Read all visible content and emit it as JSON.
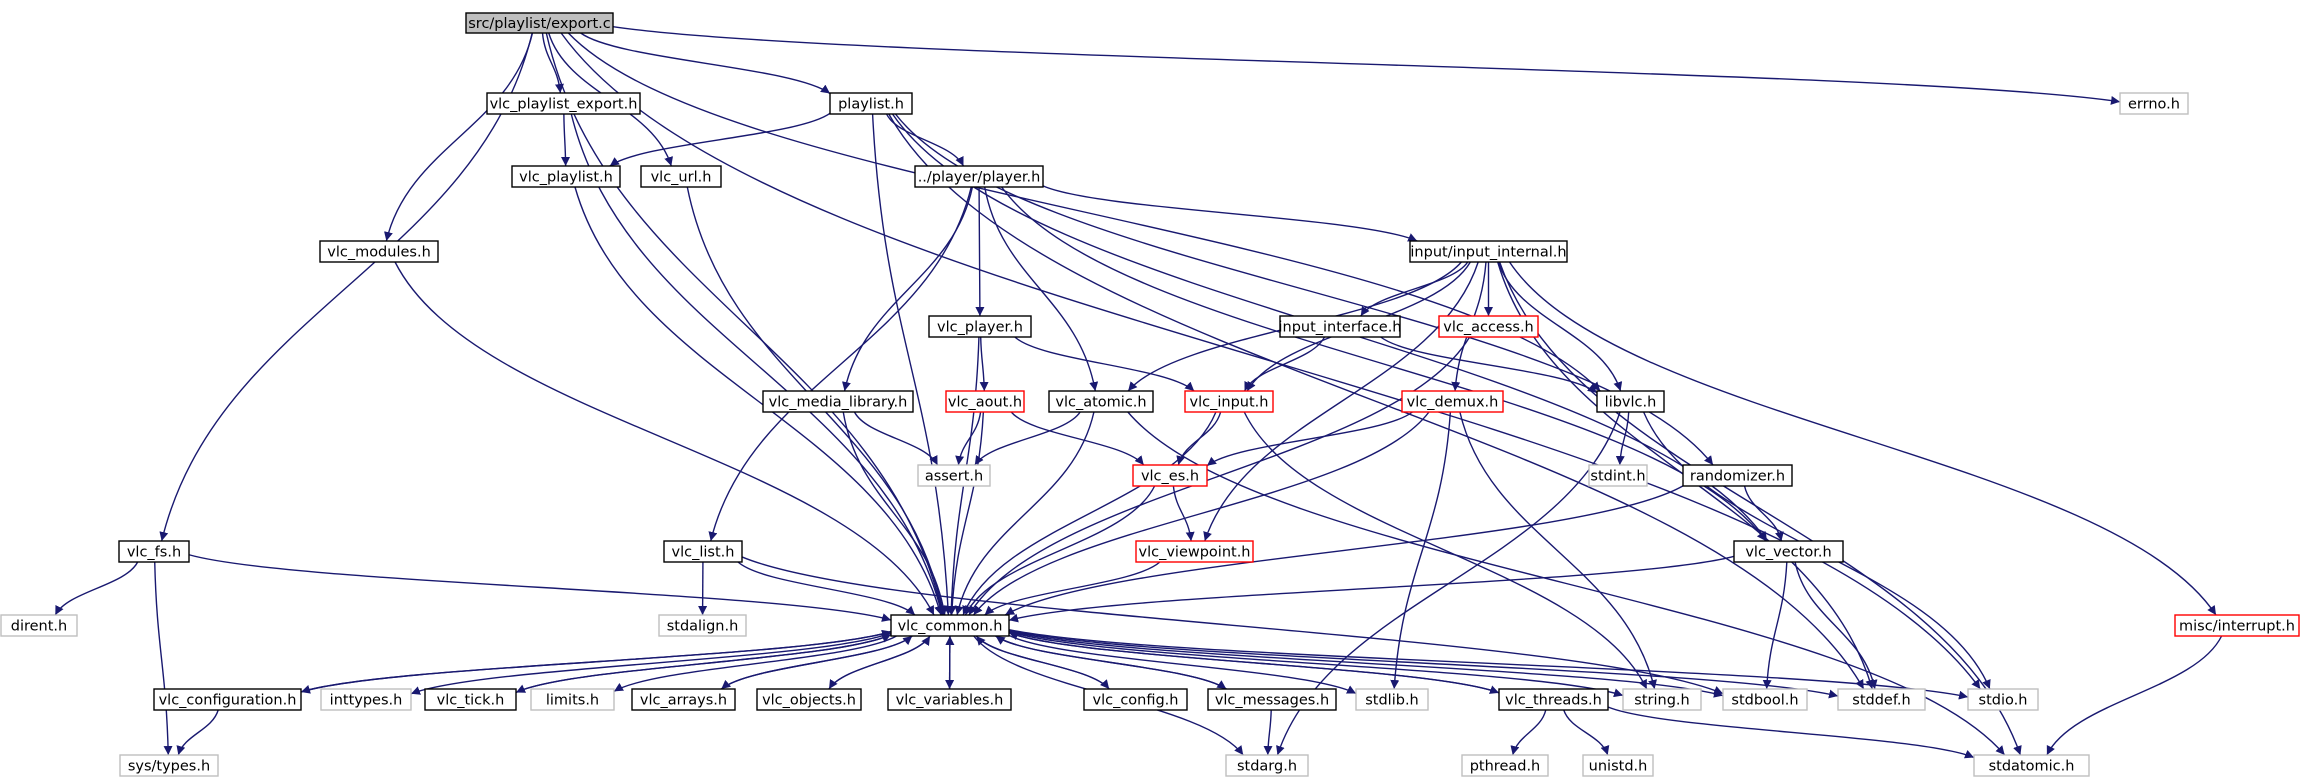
{
  "colors": {
    "edge": "#191970",
    "border_normal": "#000000",
    "border_red": "#ff0000",
    "border_gray": "#bfbfbf",
    "root_fill": "#bfbfbf",
    "fill": "#ffffff"
  },
  "nodes": [
    {
      "id": "root",
      "label": "src/playlist/export.c",
      "style": "root",
      "icon": "root-node"
    },
    {
      "id": "vlc_playlist_export",
      "label": "vlc_playlist_export.h",
      "style": "normal"
    },
    {
      "id": "playlist",
      "label": "playlist.h",
      "style": "normal"
    },
    {
      "id": "errno",
      "label": "errno.h",
      "style": "gray"
    },
    {
      "id": "vlc_playlist",
      "label": "vlc_playlist.h",
      "style": "normal"
    },
    {
      "id": "vlc_url",
      "label": "vlc_url.h",
      "style": "normal"
    },
    {
      "id": "player",
      "label": "../player/player.h",
      "style": "normal"
    },
    {
      "id": "vlc_modules",
      "label": "vlc_modules.h",
      "style": "normal"
    },
    {
      "id": "input_internal",
      "label": "input/input_internal.h",
      "style": "normal"
    },
    {
      "id": "vlc_player",
      "label": "vlc_player.h",
      "style": "normal"
    },
    {
      "id": "input_interface",
      "label": "input_interface.h",
      "style": "normal"
    },
    {
      "id": "vlc_access",
      "label": "vlc_access.h",
      "style": "red"
    },
    {
      "id": "vlc_media_library",
      "label": "vlc_media_library.h",
      "style": "normal"
    },
    {
      "id": "vlc_aout",
      "label": "vlc_aout.h",
      "style": "red"
    },
    {
      "id": "vlc_atomic",
      "label": "vlc_atomic.h",
      "style": "normal"
    },
    {
      "id": "vlc_input",
      "label": "vlc_input.h",
      "style": "red"
    },
    {
      "id": "vlc_demux",
      "label": "vlc_demux.h",
      "style": "red"
    },
    {
      "id": "libvlc",
      "label": "libvlc.h",
      "style": "normal"
    },
    {
      "id": "assert",
      "label": "assert.h",
      "style": "gray"
    },
    {
      "id": "vlc_es",
      "label": "vlc_es.h",
      "style": "red"
    },
    {
      "id": "stdint",
      "label": "stdint.h",
      "style": "gray"
    },
    {
      "id": "randomizer",
      "label": "randomizer.h",
      "style": "normal"
    },
    {
      "id": "vlc_fs",
      "label": "vlc_fs.h",
      "style": "normal"
    },
    {
      "id": "vlc_list",
      "label": "vlc_list.h",
      "style": "normal"
    },
    {
      "id": "vlc_viewpoint",
      "label": "vlc_viewpoint.h",
      "style": "red"
    },
    {
      "id": "vlc_vector",
      "label": "vlc_vector.h",
      "style": "normal"
    },
    {
      "id": "dirent",
      "label": "dirent.h",
      "style": "gray"
    },
    {
      "id": "stdalign",
      "label": "stdalign.h",
      "style": "gray"
    },
    {
      "id": "vlc_common",
      "label": "vlc_common.h",
      "style": "normal"
    },
    {
      "id": "misc_interrupt",
      "label": "misc/interrupt.h",
      "style": "red"
    },
    {
      "id": "vlc_configuration",
      "label": "vlc_configuration.h",
      "style": "normal"
    },
    {
      "id": "inttypes",
      "label": "inttypes.h",
      "style": "gray"
    },
    {
      "id": "vlc_tick",
      "label": "vlc_tick.h",
      "style": "normal"
    },
    {
      "id": "limits",
      "label": "limits.h",
      "style": "gray"
    },
    {
      "id": "vlc_arrays",
      "label": "vlc_arrays.h",
      "style": "normal"
    },
    {
      "id": "vlc_objects",
      "label": "vlc_objects.h",
      "style": "normal"
    },
    {
      "id": "vlc_variables",
      "label": "vlc_variables.h",
      "style": "normal"
    },
    {
      "id": "vlc_config",
      "label": "vlc_config.h",
      "style": "normal"
    },
    {
      "id": "vlc_messages",
      "label": "vlc_messages.h",
      "style": "normal"
    },
    {
      "id": "stdlib",
      "label": "stdlib.h",
      "style": "gray"
    },
    {
      "id": "vlc_threads",
      "label": "vlc_threads.h",
      "style": "normal"
    },
    {
      "id": "string",
      "label": "string.h",
      "style": "gray"
    },
    {
      "id": "stdbool",
      "label": "stdbool.h",
      "style": "gray"
    },
    {
      "id": "stddef",
      "label": "stddef.h",
      "style": "gray"
    },
    {
      "id": "stdio",
      "label": "stdio.h",
      "style": "gray"
    },
    {
      "id": "sys_types",
      "label": "sys/types.h",
      "style": "gray"
    },
    {
      "id": "stdarg",
      "label": "stdarg.h",
      "style": "gray"
    },
    {
      "id": "pthread",
      "label": "pthread.h",
      "style": "gray"
    },
    {
      "id": "unistd",
      "label": "unistd.h",
      "style": "gray"
    },
    {
      "id": "stdatomic",
      "label": "stdatomic.h",
      "style": "gray"
    }
  ],
  "edges": [
    [
      "root",
      "vlc_playlist_export"
    ],
    [
      "root",
      "playlist"
    ],
    [
      "root",
      "errno"
    ],
    [
      "root",
      "vlc_url"
    ],
    [
      "root",
      "vlc_modules"
    ],
    [
      "root",
      "vlc_fs"
    ],
    [
      "root",
      "vlc_common"
    ],
    [
      "root",
      "libvlc"
    ],
    [
      "root",
      "stdio"
    ],
    [
      "vlc_playlist_export",
      "vlc_playlist"
    ],
    [
      "vlc_playlist_export",
      "vlc_common"
    ],
    [
      "playlist",
      "vlc_playlist"
    ],
    [
      "playlist",
      "player"
    ],
    [
      "playlist",
      "vlc_common"
    ],
    [
      "playlist",
      "randomizer"
    ],
    [
      "playlist",
      "vlc_vector"
    ],
    [
      "playlist",
      "stddef"
    ],
    [
      "vlc_playlist",
      "vlc_common"
    ],
    [
      "vlc_url",
      "vlc_common"
    ],
    [
      "vlc_modules",
      "vlc_common"
    ],
    [
      "player",
      "input_internal"
    ],
    [
      "player",
      "vlc_player"
    ],
    [
      "player",
      "vlc_media_library"
    ],
    [
      "player",
      "vlc_atomic"
    ],
    [
      "player",
      "vlc_list"
    ],
    [
      "player",
      "vlc_vector"
    ],
    [
      "input_internal",
      "input_interface"
    ],
    [
      "input_internal",
      "vlc_access"
    ],
    [
      "input_internal",
      "vlc_demux"
    ],
    [
      "input_internal",
      "vlc_input"
    ],
    [
      "input_internal",
      "vlc_atomic"
    ],
    [
      "input_internal",
      "libvlc"
    ],
    [
      "input_internal",
      "vlc_viewpoint"
    ],
    [
      "input_internal",
      "stddef"
    ],
    [
      "input_internal",
      "misc_interrupt"
    ],
    [
      "input_internal",
      "stdatomic"
    ],
    [
      "vlc_player",
      "vlc_input"
    ],
    [
      "vlc_player",
      "vlc_aout"
    ],
    [
      "vlc_player",
      "vlc_common"
    ],
    [
      "input_interface",
      "vlc_input"
    ],
    [
      "input_interface",
      "libvlc"
    ],
    [
      "vlc_access",
      "vlc_common"
    ],
    [
      "vlc_media_library",
      "assert"
    ],
    [
      "vlc_media_library",
      "vlc_common"
    ],
    [
      "vlc_aout",
      "assert"
    ],
    [
      "vlc_aout",
      "vlc_es"
    ],
    [
      "vlc_aout",
      "vlc_common"
    ],
    [
      "vlc_atomic",
      "assert"
    ],
    [
      "vlc_atomic",
      "vlc_common"
    ],
    [
      "vlc_atomic",
      "stdatomic"
    ],
    [
      "vlc_input",
      "vlc_es"
    ],
    [
      "vlc_input",
      "vlc_common"
    ],
    [
      "vlc_input",
      "string"
    ],
    [
      "vlc_demux",
      "vlc_es"
    ],
    [
      "vlc_demux",
      "vlc_common"
    ],
    [
      "vlc_demux",
      "stdlib"
    ],
    [
      "vlc_demux",
      "string"
    ],
    [
      "libvlc",
      "stdint"
    ],
    [
      "libvlc",
      "stdio"
    ],
    [
      "libvlc",
      "stdarg"
    ],
    [
      "vlc_es",
      "vlc_viewpoint"
    ],
    [
      "vlc_es",
      "vlc_common"
    ],
    [
      "vlc_viewpoint",
      "vlc_common"
    ],
    [
      "randomizer",
      "vlc_vector"
    ],
    [
      "randomizer",
      "vlc_common"
    ],
    [
      "vlc_vector",
      "vlc_common"
    ],
    [
      "vlc_vector",
      "stdbool"
    ],
    [
      "vlc_vector",
      "stddef"
    ],
    [
      "vlc_fs",
      "dirent"
    ],
    [
      "vlc_fs",
      "sys_types"
    ],
    [
      "vlc_fs",
      "vlc_common"
    ],
    [
      "vlc_list",
      "stdalign"
    ],
    [
      "vlc_list",
      "vlc_common"
    ],
    [
      "vlc_list",
      "stdbool"
    ],
    [
      "misc_interrupt",
      "stdatomic"
    ],
    [
      "vlc_common",
      "vlc_configuration"
    ],
    [
      "vlc_common",
      "inttypes"
    ],
    [
      "vlc_common",
      "vlc_tick"
    ],
    [
      "vlc_common",
      "limits"
    ],
    [
      "vlc_common",
      "vlc_arrays"
    ],
    [
      "vlc_common",
      "vlc_objects"
    ],
    [
      "vlc_common",
      "vlc_variables"
    ],
    [
      "vlc_common",
      "vlc_config"
    ],
    [
      "vlc_common",
      "vlc_messages"
    ],
    [
      "vlc_common",
      "stdlib"
    ],
    [
      "vlc_common",
      "vlc_threads"
    ],
    [
      "vlc_common",
      "string"
    ],
    [
      "vlc_common",
      "stdbool"
    ],
    [
      "vlc_common",
      "stddef"
    ],
    [
      "vlc_common",
      "stdio"
    ],
    [
      "vlc_common",
      "stdarg"
    ],
    [
      "vlc_configuration",
      "vlc_common"
    ],
    [
      "vlc_configuration",
      "sys_types"
    ],
    [
      "vlc_tick",
      "vlc_common"
    ],
    [
      "vlc_arrays",
      "vlc_common"
    ],
    [
      "vlc_objects",
      "vlc_common"
    ],
    [
      "vlc_variables",
      "vlc_common"
    ],
    [
      "vlc_config",
      "vlc_common"
    ],
    [
      "vlc_messages",
      "vlc_common"
    ],
    [
      "vlc_messages",
      "stdarg"
    ],
    [
      "vlc_threads",
      "vlc_common"
    ],
    [
      "vlc_threads",
      "pthread"
    ],
    [
      "vlc_threads",
      "unistd"
    ],
    [
      "vlc_threads",
      "stdatomic"
    ]
  ]
}
